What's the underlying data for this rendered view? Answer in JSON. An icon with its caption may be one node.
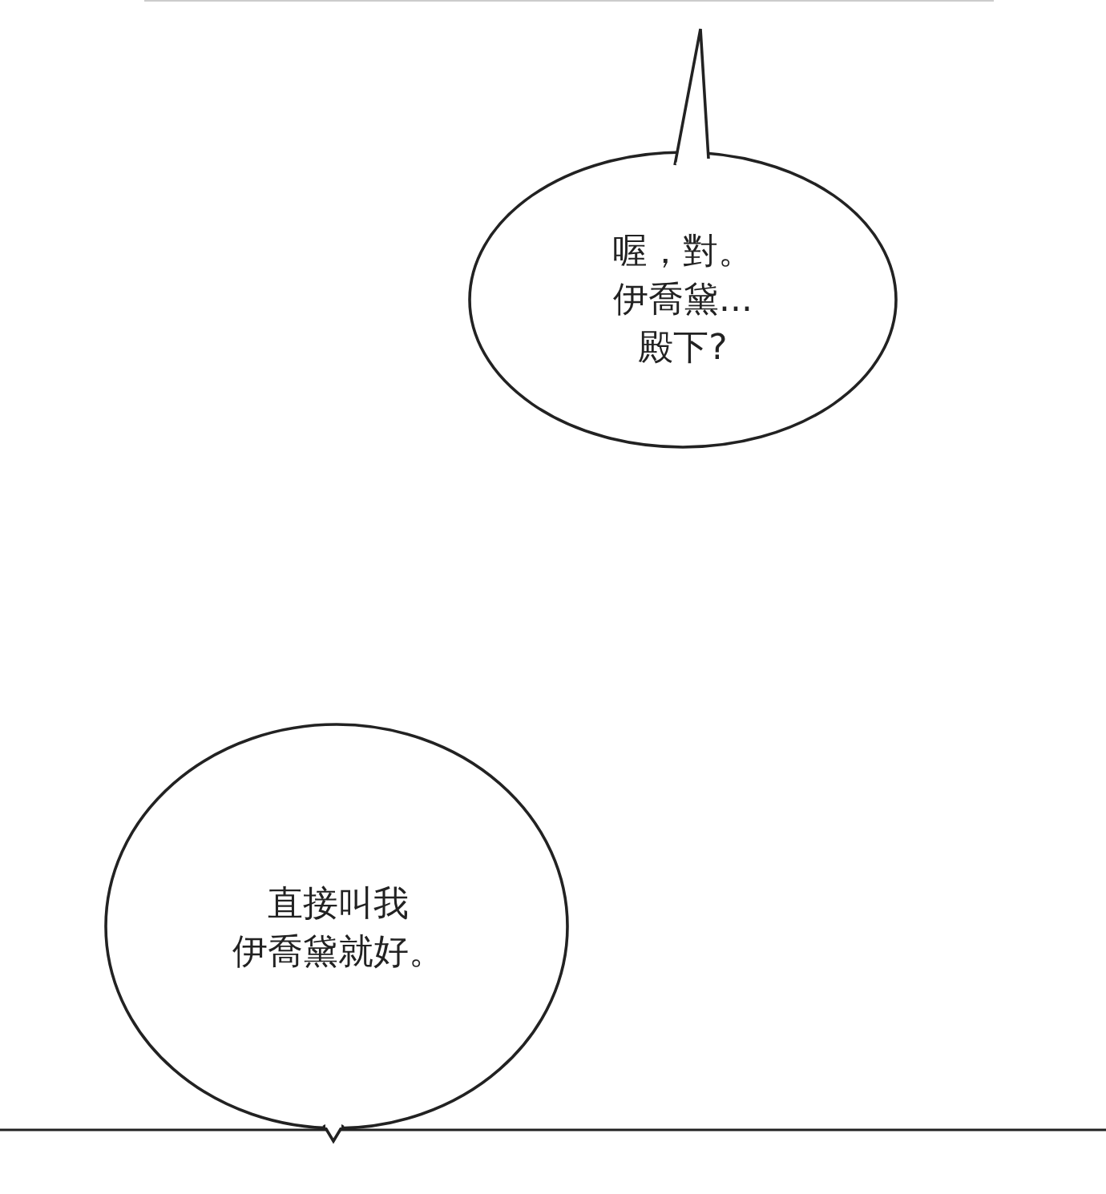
{
  "diagram": {
    "nodes": [
      {
        "text": [
          "喔，對。",
          "伊喬黛...",
          "殿下?"
        ]
      },
      {
        "text": [
          "直接叫我",
          "伊喬黛就好。"
        ]
      }
    ]
  }
}
